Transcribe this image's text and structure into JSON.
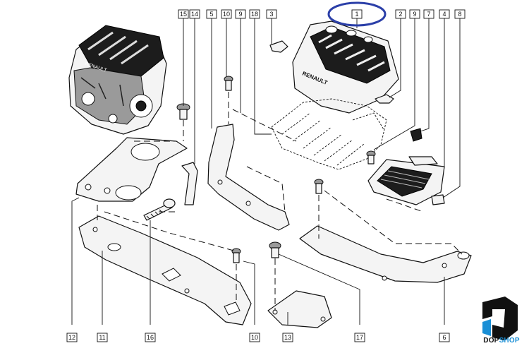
{
  "callouts": [
    "15",
    "14",
    "10",
    "9",
    "18",
    "3",
    "1",
    "2",
    "9",
    "7",
    "4",
    "8",
    "5",
    "12",
    "11",
    "16",
    "10",
    "13",
    "17",
    "6"
  ],
  "highlight_color": "#2b3fa8",
  "logo": {
    "part1": "DOP",
    "part2": "SHOP",
    "accent_color": "#1a8fd6"
  },
  "engine_label": "RENAULT"
}
